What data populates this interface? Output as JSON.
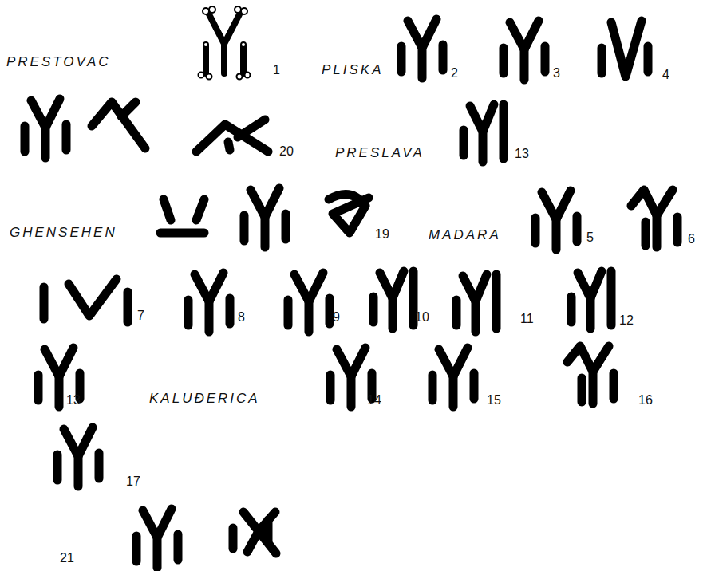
{
  "diagram": {
    "labels": [
      "PRESTOVAC",
      "1",
      "PLISKA",
      "2",
      "3",
      "4",
      "20",
      "PRESLAVA",
      "13",
      "GHENSEHEN",
      "19",
      "MADARA",
      "5",
      "6",
      "7",
      "8",
      "9",
      "10",
      "11",
      "12",
      "13",
      "KALUĐERICA",
      "14",
      "15",
      "16",
      "17",
      "21"
    ]
  }
}
